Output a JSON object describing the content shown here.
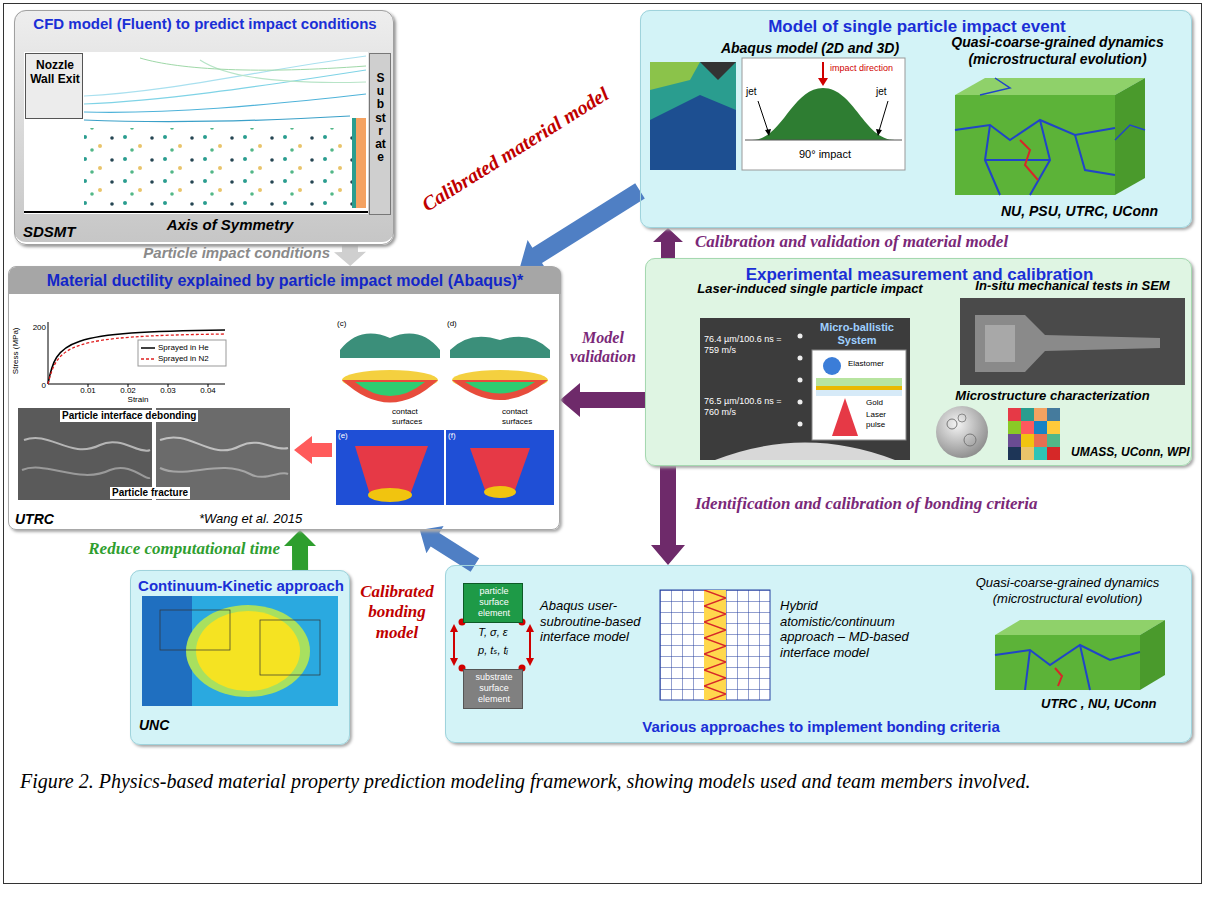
{
  "diagram": {
    "caption": "Figure 2. Physics-based material property prediction modeling framework, showing models used and team members involved.",
    "nodes": [
      {
        "text": [
          "CFD model (Fluent) to predict impact conditions",
          "SDSMT"
        ]
      },
      {
        "text": [
          "Nozzle Wall Exit"
        ],
        "in": 0
      },
      {
        "text": [
          "Substrate"
        ],
        "in": 0
      },
      {
        "text": [
          "Model of single particle impact event",
          "NU, PSU, UTRC, UConn"
        ]
      },
      {
        "text": [
          "Material ductility explained by particle impact model (Abaqus)*",
          "UTRC",
          "*Wang et al. 2015"
        ]
      },
      {
        "text": [
          "Experimental measurement and calibration",
          "UMASS, UConn, WPI"
        ]
      },
      {
        "text": [
          "Continuum-Kinetic approach",
          "UNC"
        ]
      },
      {
        "text": [
          "UTRC , NU, UConn",
          "Various approaches to implement bonding criteria"
        ]
      },
      {
        "text": [
          "particle surface element"
        ],
        "in": 7
      },
      {
        "text": [
          "substrate surface element"
        ],
        "in": 7
      }
    ],
    "edges": [
      {
        "from": 0,
        "to": 4,
        "arrow": "to",
        "label": "Particle impact conditions"
      },
      {
        "from": 3,
        "to": 4,
        "arrow": "to",
        "label": "Calibrated material model"
      },
      {
        "from": 5,
        "to": 3,
        "arrow": "to",
        "label": "Calibration and validation of material model"
      },
      {
        "from": 5,
        "to": 4,
        "arrow": "to",
        "label": "Model validation"
      },
      {
        "from": 5,
        "to": 7,
        "arrow": "to",
        "label": "Identification and calibration of bonding criteria"
      },
      {
        "from": 7,
        "to": 4,
        "arrow": "to",
        "label": "Calibrated bonding model"
      },
      {
        "from": 6,
        "to": 4,
        "arrow": "to",
        "label": "Reduce computational time"
      }
    ],
    "labels": [
      "Axis of Symmetry",
      "Abaqus model (2D and 3D)",
      "impact direction",
      "jet",
      "jet",
      "90° impact",
      "Quasi-coarse-grained dynamics (microstructural evolution)",
      "Stress (MPa)",
      "Strain",
      "200",
      "0",
      "0.01",
      "0.02",
      "0.03",
      "0.04",
      "Sprayed in He",
      "Sprayed in N2",
      "Particle interface debonding",
      "Particle fracture",
      "(c)",
      "(d)",
      "(e)",
      "(f)",
      "contact surfaces",
      "contact surfaces",
      "Laser-induced single particle impact",
      "Micro-ballistic System",
      "76.4 µm/100.6 ns = 759 m/s",
      "76.5 µm/100.6 ns = 760 m/s",
      "Elastomer",
      "Gold",
      "Laser pulse",
      "In-situ mechanical tests in SEM",
      "Microstructure characterization",
      "T, σ, ε",
      "p, tₛ, tᵢ",
      "Abaqus user-subroutine-based interface model",
      "Hybrid atomistic/continuum approach – MD-based interface model",
      "Quasi-coarse-grained dynamics (microstructural evolution)"
    ]
  }
}
